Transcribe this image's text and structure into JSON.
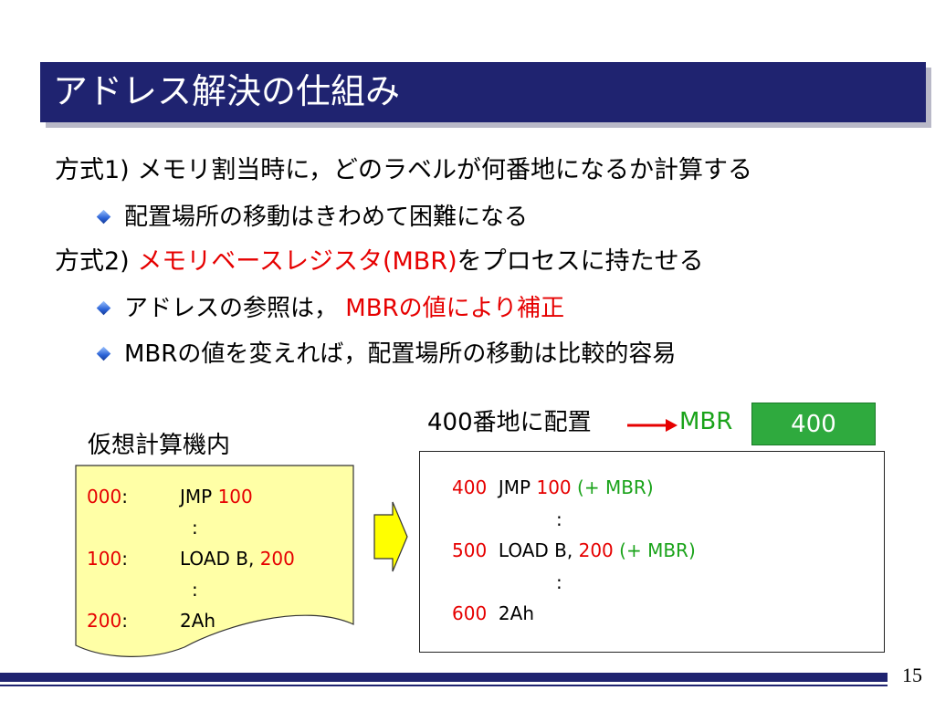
{
  "slide": {
    "title": "アドレス解決の仕組み",
    "page_number": "15"
  },
  "method1": {
    "label": "方式1)",
    "text": "メモリ割当時に，どのラベルが何番地になるか計算する",
    "bullet": "配置場所の移動はきわめて困難になる"
  },
  "method2": {
    "label": "方式2)",
    "highlight": "メモリベースレジスタ(MBR)",
    "text": "をプロセスに持たせる",
    "bullet1_prefix": "アドレスの参照は，",
    "bullet1_highlight": "MBRの値により補正",
    "bullet2": "MBRの値を変えれば，配置場所の移動は比較的容易"
  },
  "virtual": {
    "caption": "仮想計算機内",
    "lines": [
      {
        "addr": "000",
        "colon": ":",
        "op": "JMP ",
        "arg": "100"
      },
      {
        "cont": ":"
      },
      {
        "addr": "100",
        "colon": ":",
        "op": "LOAD B, ",
        "arg": "200"
      },
      {
        "cont": ":"
      },
      {
        "addr": "200",
        "colon": ":",
        "op": "2Ah",
        "arg": ""
      }
    ]
  },
  "placement": {
    "caption": "400番地に配置",
    "mbr_label": "MBR",
    "mbr_value": "400"
  },
  "physical": {
    "lines": [
      {
        "addr": "400",
        "op": "JMP ",
        "arg": "100",
        "note": " (+ MBR)"
      },
      {
        "cont": ":"
      },
      {
        "addr": "500",
        "op": "LOAD B, ",
        "arg": "200",
        "note": " (+ MBR)"
      },
      {
        "cont": ":"
      },
      {
        "addr": "600",
        "op": "2Ah",
        "arg": "",
        "note": ""
      }
    ]
  },
  "colors": {
    "title_bar": "#1f2370",
    "highlight_red": "#e60000",
    "mbr_green": "#1aa31a",
    "mbr_box": "#2faa3e",
    "document_fill": "#ffffa6",
    "arrow_fill": "#ffff00"
  }
}
